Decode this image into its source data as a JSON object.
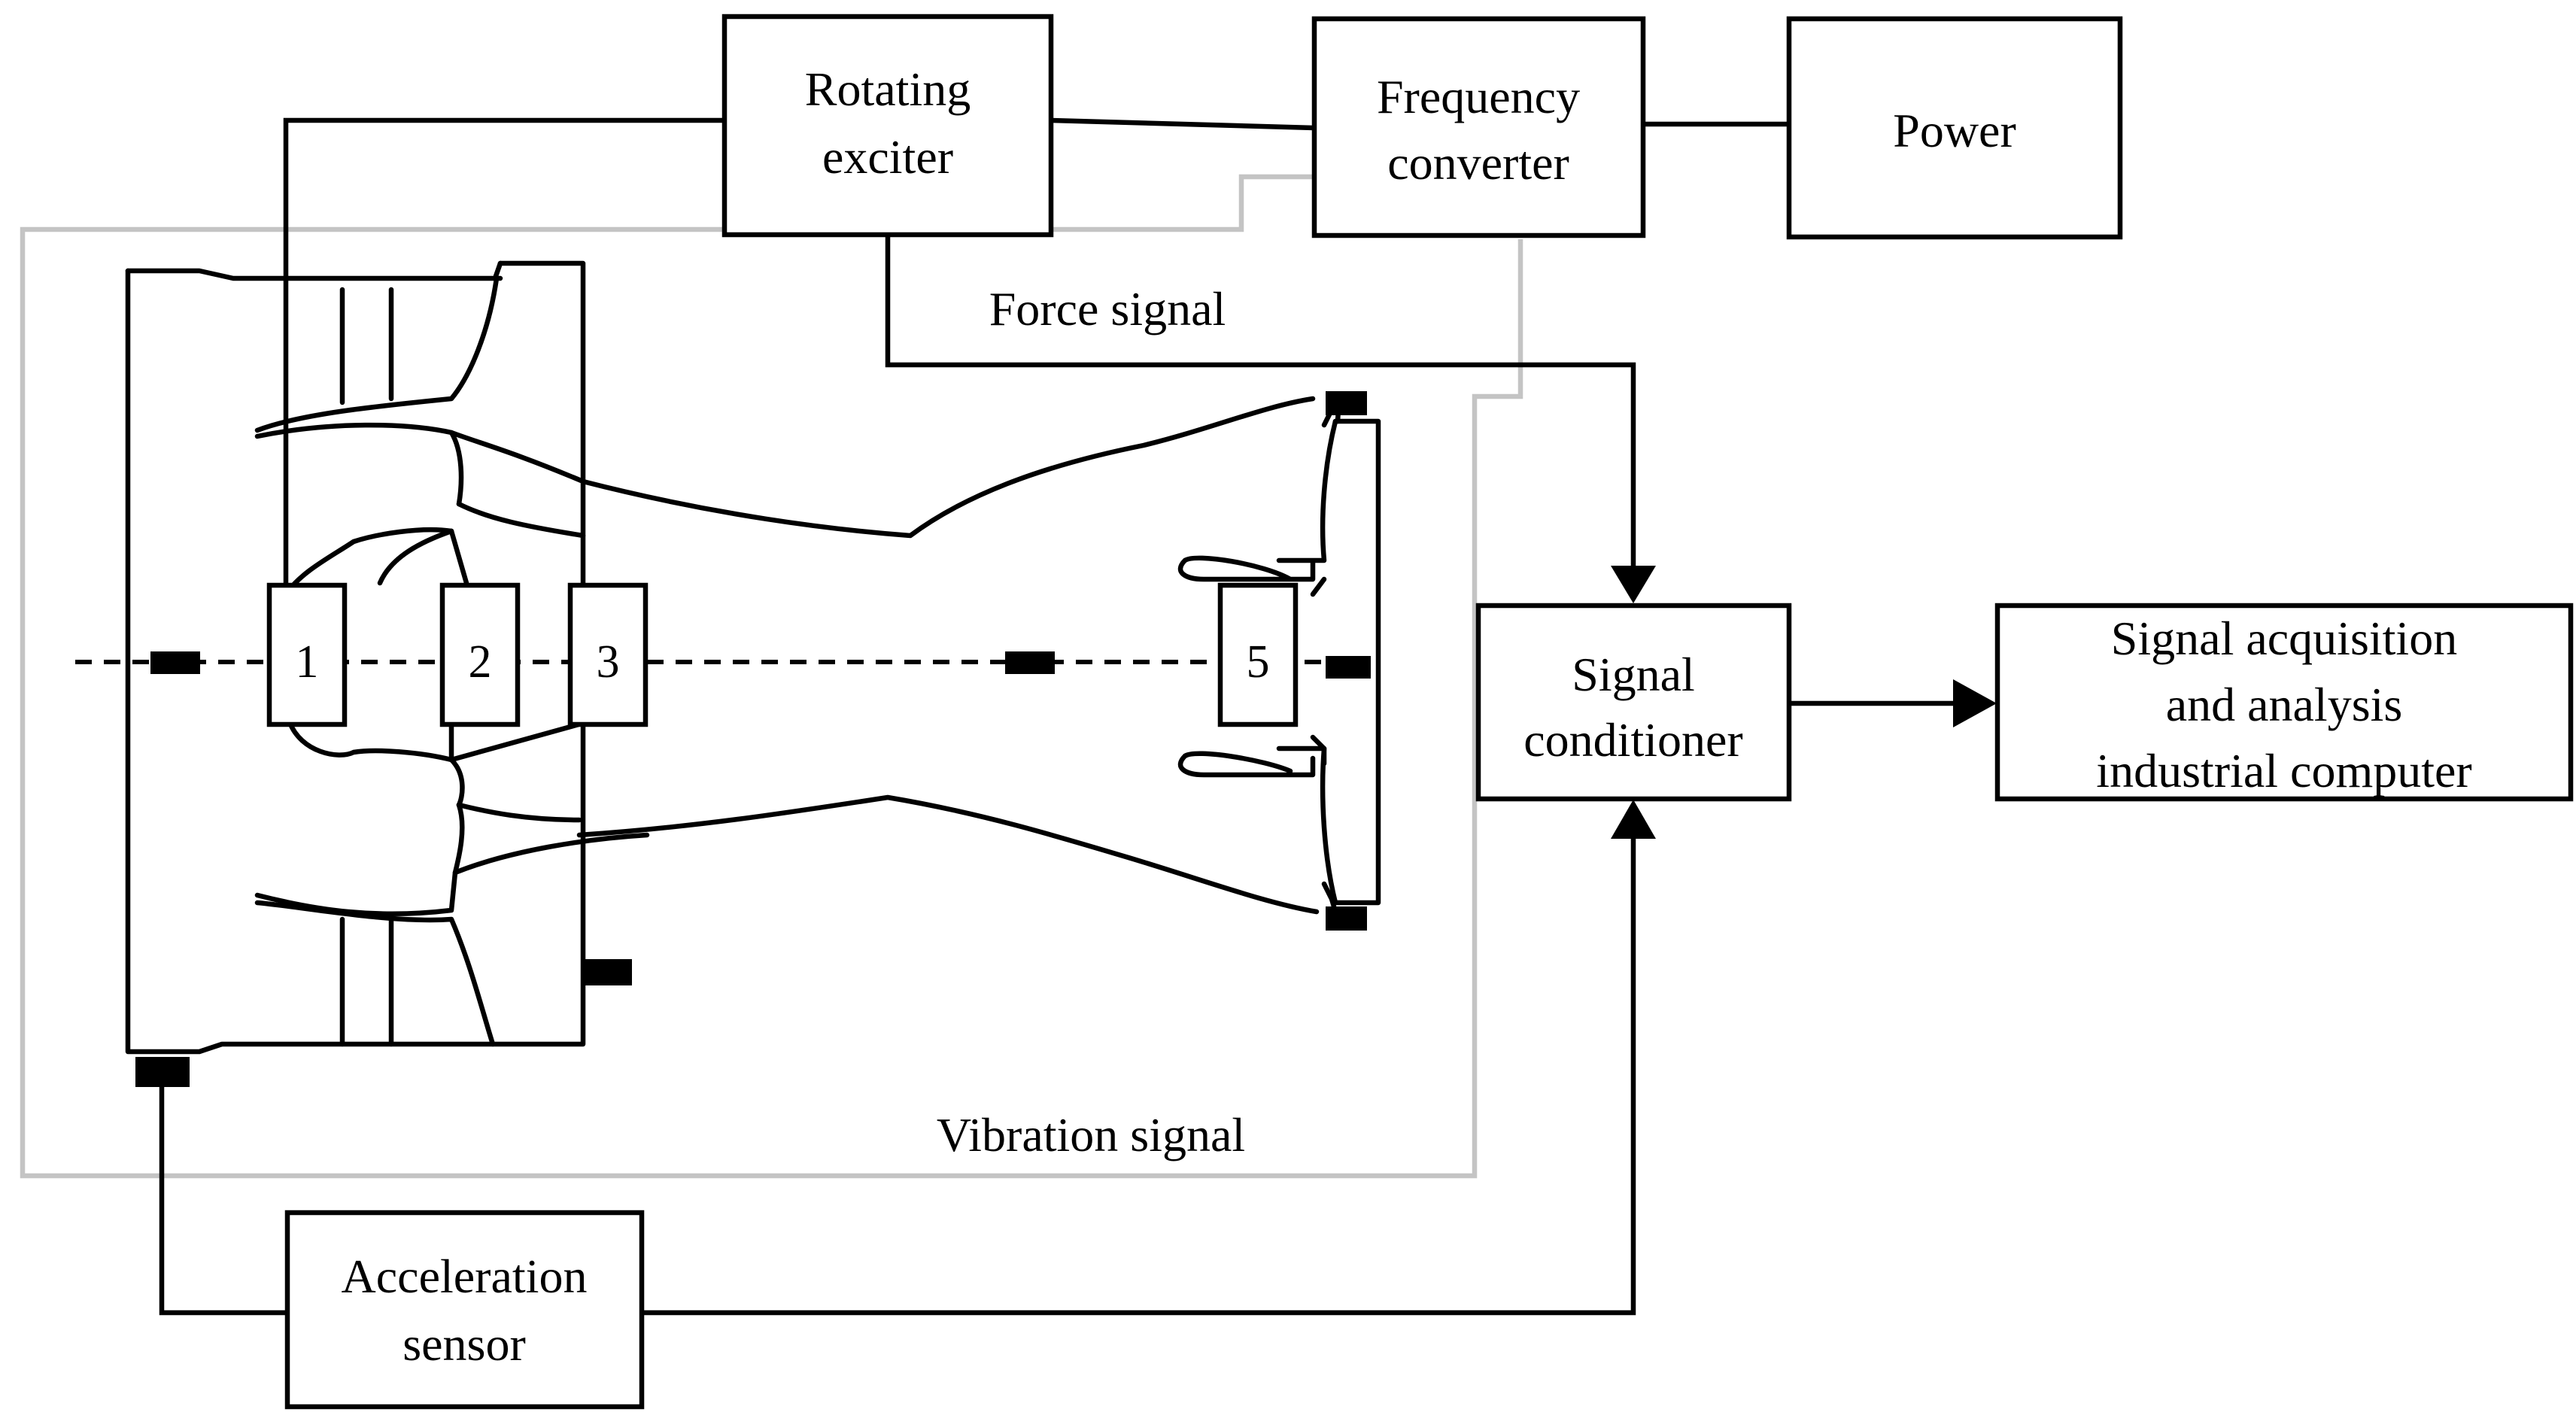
{
  "blocks": {
    "rotating_exciter": [
      "Rotating",
      "exciter"
    ],
    "frequency_converter": [
      "Frequency",
      "converter"
    ],
    "power": [
      "Power"
    ],
    "signal_conditioner": [
      "Signal",
      "conditioner"
    ],
    "computer": [
      "Signal acquisition",
      "and analysis",
      "industrial computer"
    ],
    "acceleration_sensor": [
      "Acceleration",
      "sensor"
    ]
  },
  "signals": {
    "force": "Force signal",
    "vibration": "Vibration signal"
  },
  "stations": [
    "1",
    "2",
    "3",
    "5"
  ]
}
